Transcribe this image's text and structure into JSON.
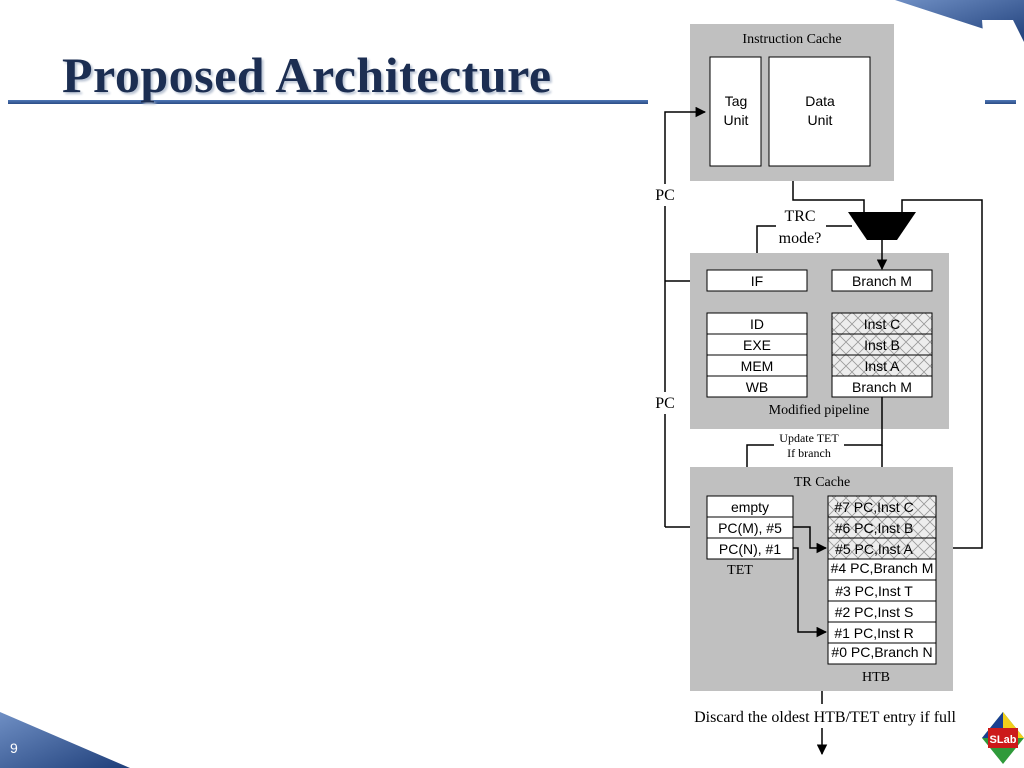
{
  "slide": {
    "title": "Proposed Architecture",
    "page_number": "9",
    "logo_text": "SLab"
  },
  "colors": {
    "title_text": "#1c2e52",
    "accent_blue": "#3a5f9e",
    "block_gray": "#c0c0c0",
    "logo_red": "#cc1a1a",
    "logo_yellow": "#f2cf1b",
    "logo_green": "#2f9a3a",
    "logo_blue": "#1a3f91"
  },
  "diagram": {
    "instruction_cache": {
      "label": "Instruction Cache",
      "tag_unit": [
        "Tag",
        "Unit"
      ],
      "data_unit": [
        "Data",
        "Unit"
      ]
    },
    "pc_label_top": "PC",
    "pc_label_bottom": "PC",
    "trc_mode": [
      "TRC",
      "mode?"
    ],
    "pipeline": {
      "label": "Modified pipeline",
      "if_stage": "IF",
      "branch_m_top": "Branch M",
      "stages": [
        "ID",
        "EXE",
        "MEM",
        "WB"
      ],
      "insts": [
        "Inst C",
        "Inst B",
        "Inst A"
      ],
      "branch_m_bottom": "Branch M"
    },
    "update_tet": [
      "Update TET",
      "If  branch"
    ],
    "tr_cache": {
      "label": "TR Cache",
      "tet_label": "TET",
      "tet_entries": [
        "empty",
        "PC(M), #5",
        "PC(N), #1"
      ],
      "htb_label": "HTB",
      "htb_entries": [
        "#7 PC,Inst C",
        "#6 PC,Inst B",
        "#5 PC,Inst A",
        "#4 PC,Branch M",
        "#3 PC,Inst T",
        "#2 PC,Inst S",
        "#1 PC,Inst R",
        "#0 PC,Branch N"
      ]
    },
    "discard_note": "Discard the oldest HTB/TET entry if full"
  }
}
